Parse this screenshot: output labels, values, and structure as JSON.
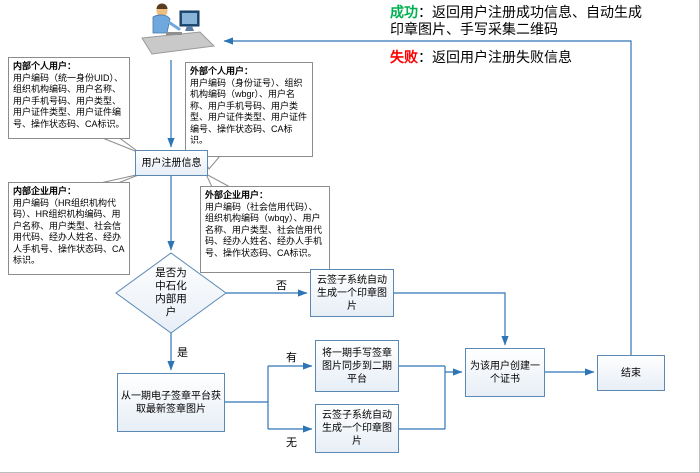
{
  "annotations": {
    "success_label": "成功",
    "success_text": "：返回用户注册成功信息、自动生成印章图片、手写采集二维码",
    "fail_label": "失败",
    "fail_text": "：返回用户注册失败信息"
  },
  "callouts": [
    {
      "title": "内部个人用户：",
      "body": "用户编码（统一身份UID）、组织机构编码、用户名称、用户手机号码、用户类型、用户证件类型、用户证件编号、操作状态码、CA标识。"
    },
    {
      "title": "外部个人用户：",
      "body": "用户编码（身份证号）、组织机构编码（wbgr）、用户名称、用户手机号码、用户类型、用户证件类型、用户证件编号、操作状态码、CA标识。"
    },
    {
      "title": "内部企业用户：",
      "body": "用户编码（HR组织机构代码）、HR组织机构编码、用户名称、用户类型、社会信用代码、经办人姓名、经办人手机号、操作状态码、CA标识。"
    },
    {
      "title": "外部企业用户：",
      "body": "用户编码（社会信用代码）、组织机构编码（wbqy）、用户名称、用户类型、社会信用代码、经办人姓名、经办人手机号、操作状态码、CA标识。"
    }
  ],
  "nodes": {
    "register": "用户注册信息",
    "decision": "是否为中石化内部用户",
    "seal_auto_top": "云签子系统自动生成一个印章图片",
    "fetch_signature": "从一期电子签章平台获取最新签章图片",
    "sync_signature": "将一期手写签章图片同步到二期平台",
    "seal_auto_bottom": "云签子系统自动生成一个印章图片",
    "create_cert": "为该用户创建一个证书",
    "end": "结束"
  },
  "edge_labels": {
    "no": "否",
    "yes": "是",
    "has": "有",
    "none": "无"
  },
  "icons": {
    "user_terminal": "person-at-computer-clipart"
  },
  "colors": {
    "connector": "#2e75b6",
    "node_border": "#5b89b4",
    "success": "#00b050",
    "fail": "#ff0000"
  }
}
